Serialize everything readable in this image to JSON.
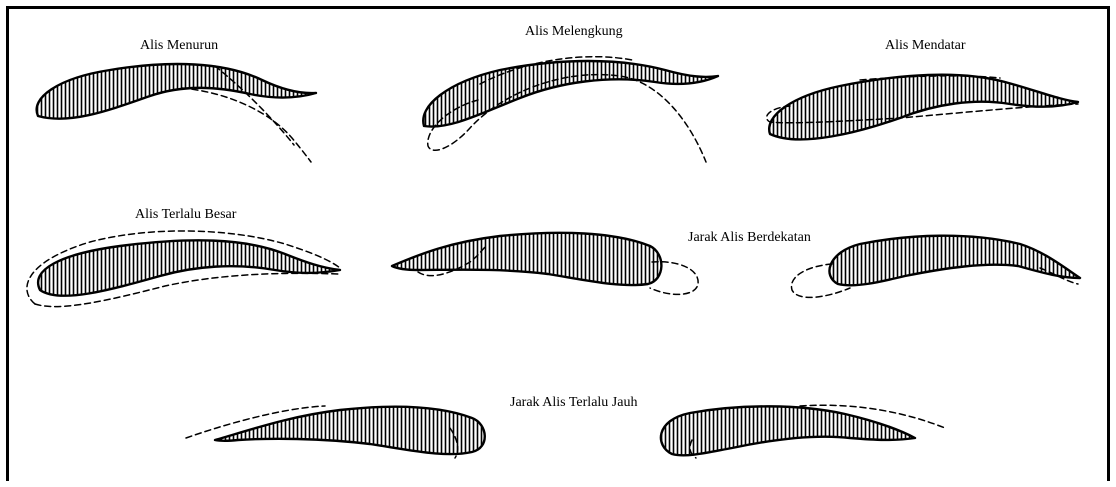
{
  "figure": {
    "labels": {
      "menurun": "Alis Menurun",
      "melengkung": "Alis Melengkung",
      "mendatar": "Alis Mendatar",
      "terlalu_besar": "Alis Terlalu Besar",
      "berdekatan": "Jarak Alis Berdekatan",
      "terlalu_jauh": "Jarak Alis Terlalu Jauh"
    },
    "colors": {
      "ink": "#000000",
      "background": "#ffffff"
    }
  }
}
